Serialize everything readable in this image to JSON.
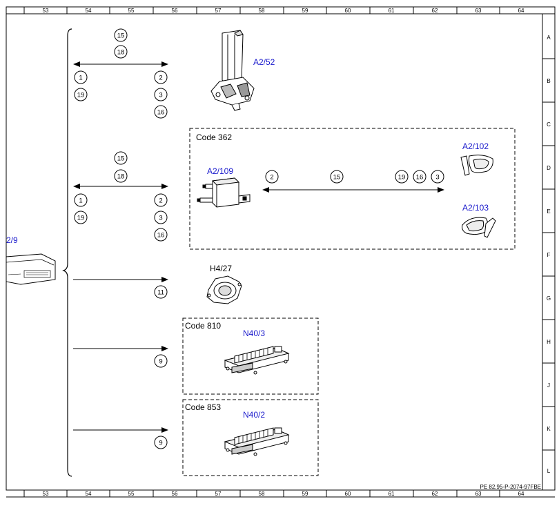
{
  "grid": {
    "columns": [
      "53",
      "54",
      "55",
      "56",
      "57",
      "58",
      "59",
      "60",
      "61",
      "62",
      "63",
      "64"
    ],
    "rows": [
      "A",
      "B",
      "C",
      "D",
      "E",
      "F",
      "G",
      "H",
      "J",
      "K",
      "L"
    ]
  },
  "document_id": "PE 82.95-P-2074-97FBE",
  "partial_component_label": "2/9",
  "groups": {
    "code_362": "Code 362",
    "code_810": "Code 810",
    "code_853": "Code 853"
  },
  "components": {
    "a2_52": "A2/52",
    "a2_109": "A2/109",
    "a2_102": "A2/102",
    "a2_103": "A2/103",
    "h4_27": "H4/27",
    "n40_3": "N40/3",
    "n40_2": "N40/2"
  },
  "connections": {
    "a2_52_top": [
      "15",
      "18"
    ],
    "a2_52_left": [
      "1",
      "19"
    ],
    "a2_52_right": [
      "2",
      "3",
      "16"
    ],
    "a2_109_top": [
      "15",
      "18"
    ],
    "a2_109_left": [
      "1",
      "19"
    ],
    "a2_109_right": [
      "2",
      "3",
      "16"
    ],
    "mirror_line_left": "2",
    "mirror_line_mid": "15",
    "mirror_line_right": [
      "19",
      "16",
      "3"
    ],
    "h4_27": "11",
    "n40_3": "9",
    "n40_2": "9"
  },
  "colors": {
    "component_label": "#1a1acc",
    "line": "#000000"
  }
}
